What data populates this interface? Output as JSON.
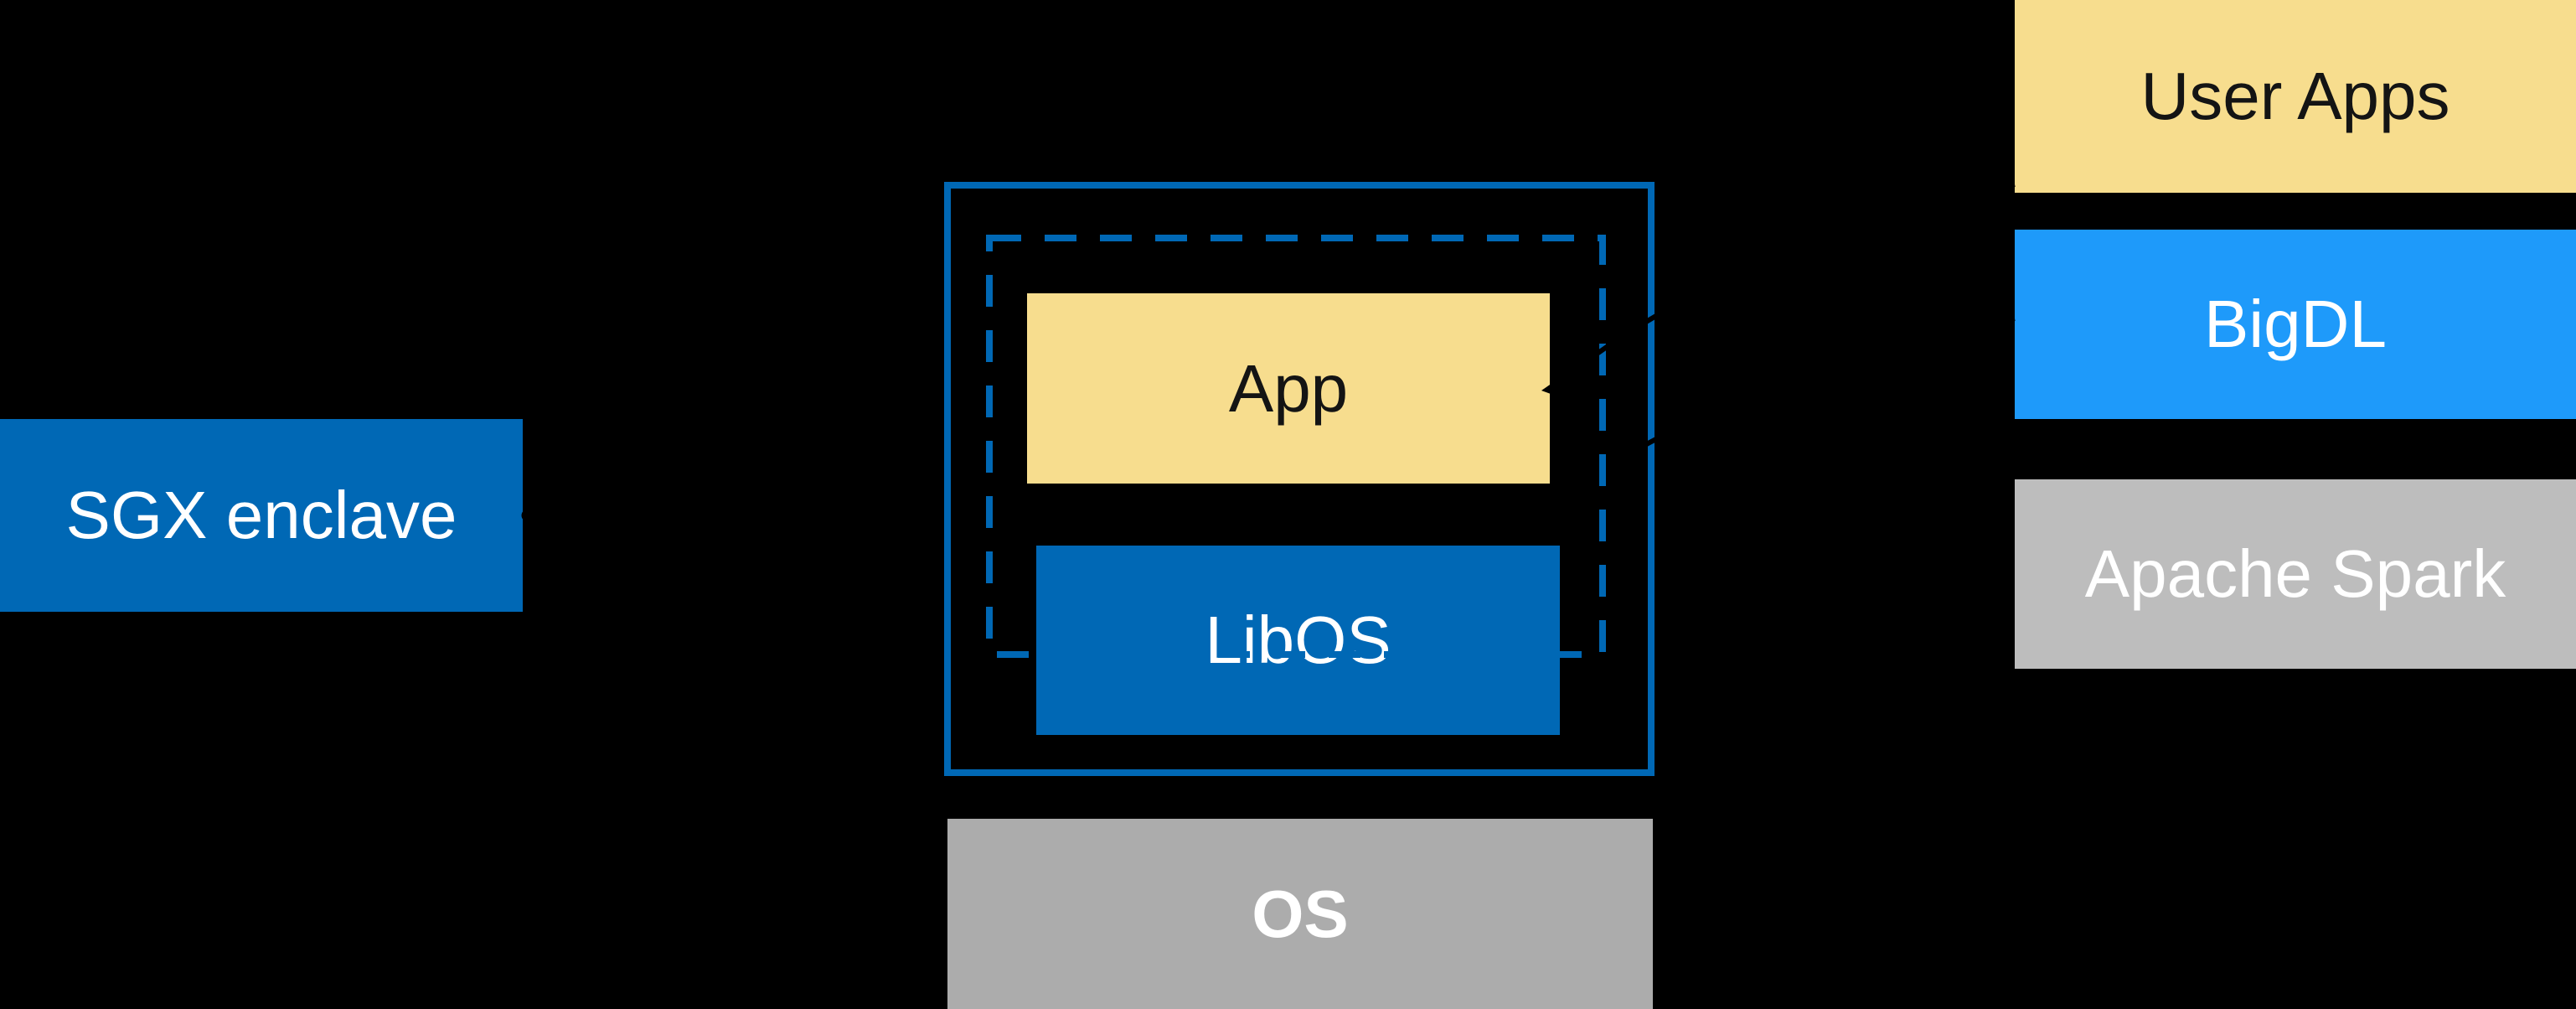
{
  "diagram": {
    "sgx": {
      "label": "SGX enclave"
    },
    "enclave_host": {
      "app_label": "App",
      "libos_label": "LibOS",
      "os_label": "OS"
    },
    "stack": {
      "user_apps_label": "User Apps",
      "bigdl_label": "BigDL",
      "apache_spark_label": "Apache Spark"
    }
  },
  "colors": {
    "background": "#000000",
    "intel-blue": "#0068B5",
    "bright-blue": "#1E9AFA",
    "soft-yellow": "#F7DD8E",
    "gray-light": "#BDBDBD",
    "gray-os": "#ACACAC",
    "text-dark": "#141414",
    "text-light": "#FFFFFF",
    "connector-black": "#000000"
  }
}
